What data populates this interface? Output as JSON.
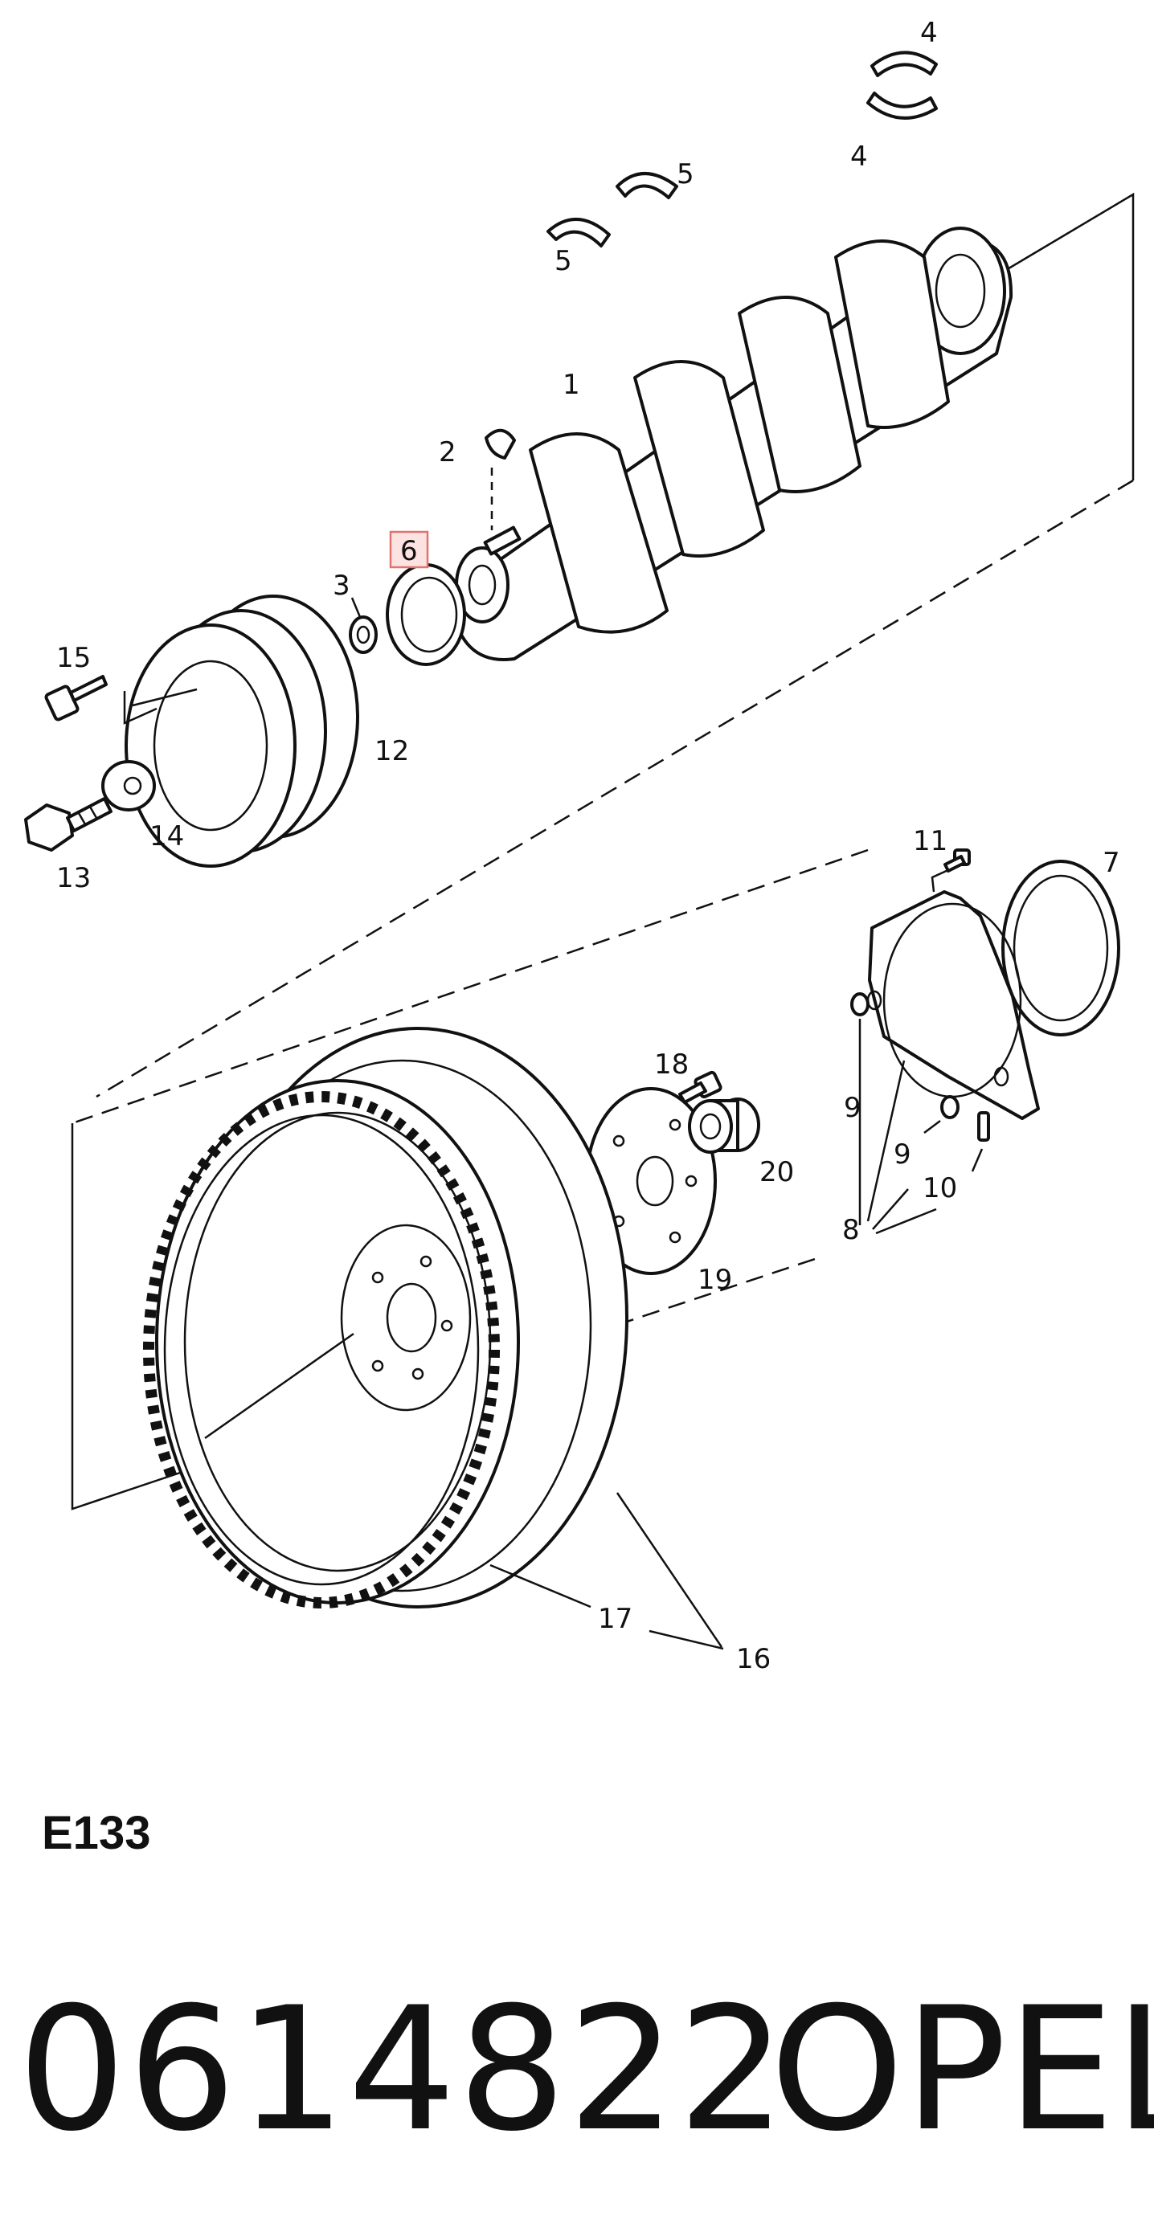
{
  "callouts": {
    "c1": "1",
    "c2": "2",
    "c3": "3",
    "c4a": "4",
    "c4b": "4",
    "c5a": "5",
    "c5b": "5",
    "c6": "6",
    "c7": "7",
    "c8": "8",
    "c9a": "9",
    "c9b": "9",
    "c10": "10",
    "c11": "11",
    "c12": "12",
    "c13": "13",
    "c14": "14",
    "c15": "15",
    "c16": "16",
    "c17": "17",
    "c18": "18",
    "c19": "19",
    "c20": "20"
  },
  "highlighted_callout": "6",
  "diagram_code": "E133",
  "part_number": "0614822",
  "brand": "OPEL",
  "colors": {
    "line": "#111111",
    "highlight_fill": "#fde2e2",
    "highlight_stroke": "#e0736f"
  }
}
